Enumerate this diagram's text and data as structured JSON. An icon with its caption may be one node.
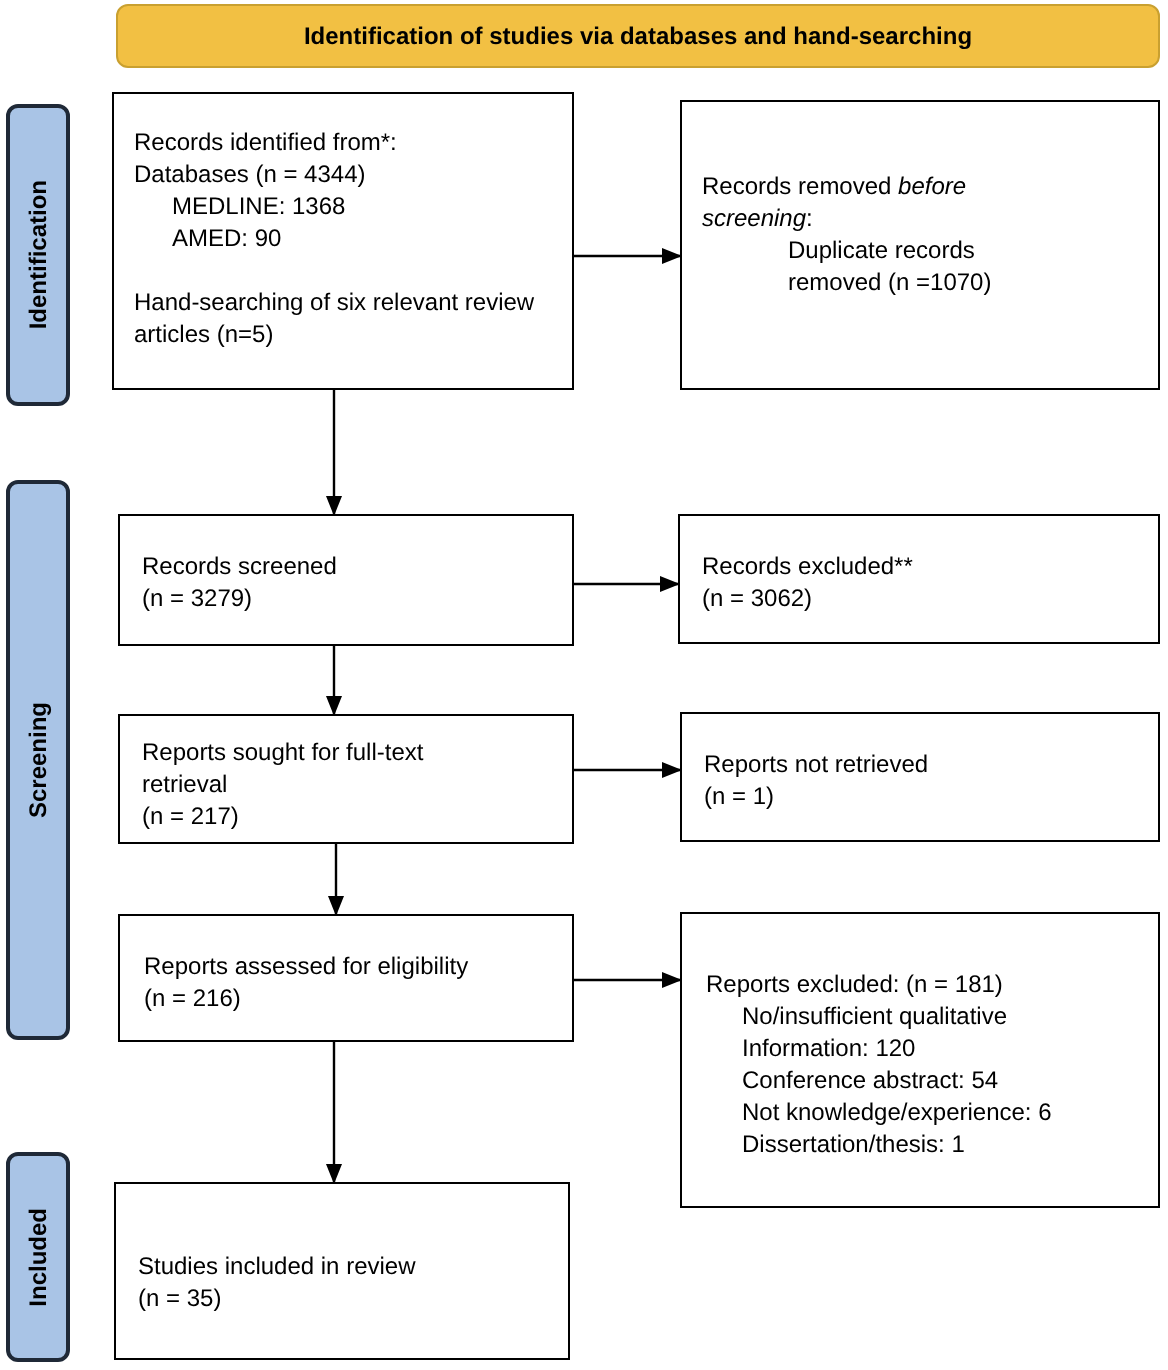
{
  "diagram": {
    "nodes": [
      {
        "text": [
          "Identification of studies via databases and hand-searching"
        ]
      },
      {
        "text": [
          "Identification"
        ]
      },
      {
        "text": [
          "Records identified from*:",
          "Databases (n = 4344)",
          "MEDLINE: 1368",
          "AMED: 90",
          "Hand-searching of six relevant review articles (n=5)"
        ]
      },
      {
        "text": [
          "Records removed *before screening*:",
          "Duplicate records removed (n =1070)"
        ]
      },
      {
        "text": [
          "Screening"
        ]
      },
      {
        "text": [
          "Records screened",
          "(n = 3279)"
        ]
      },
      {
        "text": [
          "Records excluded**",
          "(n = 3062)"
        ]
      },
      {
        "text": [
          "Reports sought for full-text retrieval",
          "(n = 217)"
        ]
      },
      {
        "text": [
          "Reports not retrieved",
          "(n = 1)"
        ]
      },
      {
        "text": [
          "Reports assessed for eligibility",
          "(n = 216)"
        ]
      },
      {
        "text": [
          "Reports excluded: (n = 181)",
          "No/insufficient qualitative Information: 120",
          "Conference abstract: 54",
          "Not knowledge/experience: 6",
          "Dissertation/thesis: 1"
        ]
      },
      {
        "text": [
          "Included"
        ]
      },
      {
        "text": [
          "Studies included in review",
          "(n = 35)"
        ]
      }
    ],
    "edges": [
      {
        "from": 2,
        "to": 3,
        "arrow": "to"
      },
      {
        "from": 2,
        "to": 5,
        "arrow": "to"
      },
      {
        "from": 5,
        "to": 6,
        "arrow": "to"
      },
      {
        "from": 5,
        "to": 7,
        "arrow": "to"
      },
      {
        "from": 7,
        "to": 8,
        "arrow": "to"
      },
      {
        "from": 7,
        "to": 9,
        "arrow": "to"
      },
      {
        "from": 9,
        "to": 10,
        "arrow": "to"
      },
      {
        "from": 9,
        "to": 12,
        "arrow": "to"
      }
    ]
  }
}
